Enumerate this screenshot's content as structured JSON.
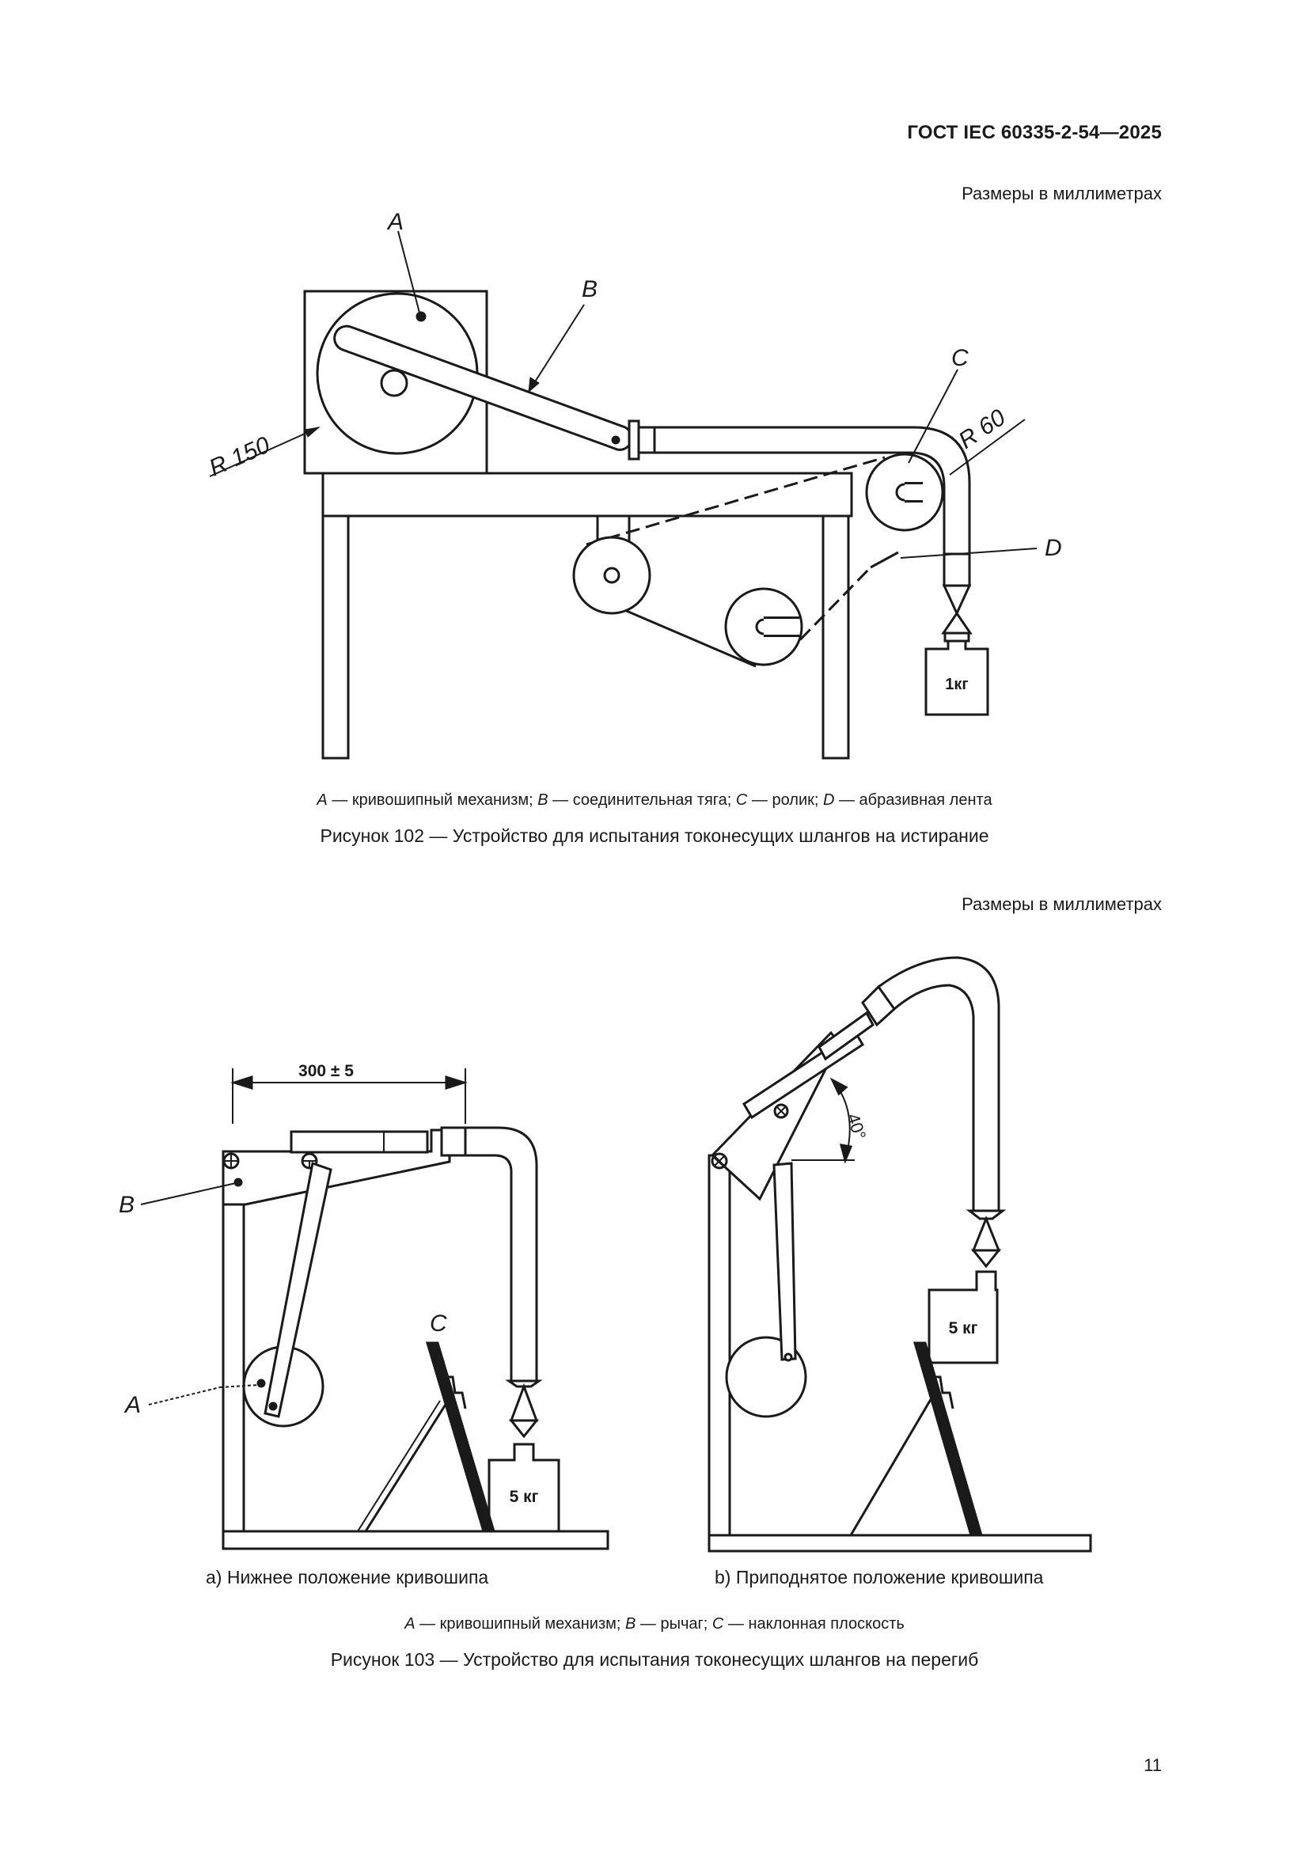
{
  "header": {
    "standard": "ГОСТ IEC 60335-2-54—2025"
  },
  "figure102": {
    "units_note": "Размеры в миллиметрах",
    "labels": {
      "a": "A",
      "b": "B",
      "c": "C",
      "d": "D",
      "r150": "R 150",
      "r60": "R 60",
      "weight": "1кг"
    },
    "legend": {
      "a": "A",
      "a_text": " — кривошипный механизм; ",
      "b": "B",
      "b_text": " — соединительная тяга; ",
      "c": "C",
      "c_text": " — ролик; ",
      "d": "D",
      "d_text": " — абразивная лента"
    },
    "caption": "Рисунок 102 — Устройство для испытания токонесущих шлангов на истирание"
  },
  "figure103": {
    "units_note": "Размеры в миллиметрах",
    "labels": {
      "a": "A",
      "b": "B",
      "c": "C",
      "dimension": "300 ± 5",
      "angle": "40°",
      "weight_a": "5 кг",
      "weight_b": "5 кг"
    },
    "subcaption_a": "a) Нижнее положение кривошипа",
    "subcaption_b": "b) Приподнятое положение кривошипа",
    "legend": {
      "a": "A",
      "a_text": " — кривошипный механизм; ",
      "b": "B",
      "b_text": " — рычаг; ",
      "c": "C",
      "c_text": " — наклонная плоскость"
    },
    "caption": "Рисунок 103 — Устройство для испытания токонесущих шлангов на перегиб"
  },
  "page_number": "11"
}
